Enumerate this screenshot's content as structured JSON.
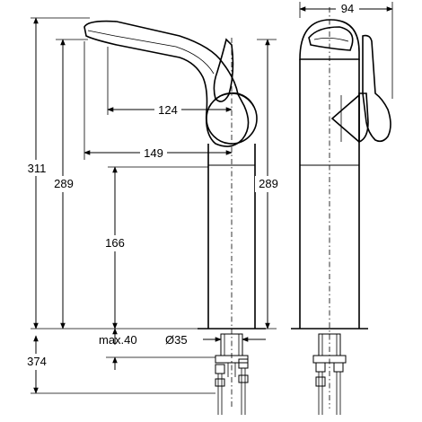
{
  "drawing": {
    "dimensions": {
      "d311": "311",
      "d289_left": "289",
      "d166": "166",
      "d374": "374",
      "d124": "124",
      "d149": "149",
      "d289_right": "289",
      "d94": "94",
      "max40": "max.40",
      "d35": "Ø35"
    }
  }
}
